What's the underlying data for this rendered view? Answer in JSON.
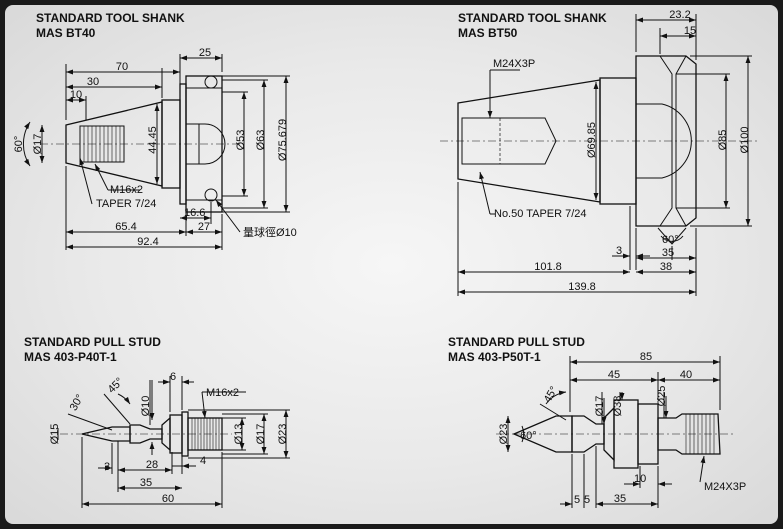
{
  "bt40": {
    "title": "STANDARD TOOL SHANK",
    "subtitle": "MAS BT40",
    "dims": {
      "d70": "70",
      "d25": "25",
      "d30": "30",
      "d10": "10",
      "angle60": "60°",
      "dia17": "Ø17",
      "d4445": "44.45",
      "dia53": "Ø53",
      "dia63": "Ø63",
      "dia75679": "Ø75.679",
      "thread": "M16x2",
      "taper": "TAPER 7/24",
      "d166": "16.6",
      "d27": "27",
      "d654": "65.4",
      "d924": "92.4",
      "ball": "量球徑Ø10"
    }
  },
  "bt50": {
    "title": "STANDARD TOOL SHANK",
    "subtitle": "MAS BT50",
    "dims": {
      "d232": "23.2",
      "d15": "15",
      "thread": "M24X3P",
      "dia6985": "Ø69.85",
      "dia85": "Ø85",
      "dia100": "Ø100",
      "taper": "No.50 TAPER 7/24",
      "angle60": "60°",
      "d3": "3",
      "d35": "35",
      "d1018": "101.8",
      "d38": "38",
      "d1398": "139.8"
    }
  },
  "p40": {
    "title": "STANDARD PULL STUD",
    "subtitle": "MAS 403-P40T-1",
    "dims": {
      "d6": "6",
      "thread": "M16x2",
      "angle45": "45°",
      "angle30": "30°",
      "dia10": "Ø10",
      "dia15": "Ø15",
      "dia13": "Ø13",
      "dia17": "Ø17",
      "dia23": "Ø23",
      "d3": "3",
      "d28": "28",
      "d4": "4",
      "d35": "35",
      "d60": "60"
    }
  },
  "p50": {
    "title": "STANDARD PULL STUD",
    "subtitle": "MAS 403-P50T-1",
    "dims": {
      "d85": "85",
      "d45": "45",
      "d40": "40",
      "angle45": "45°",
      "dia17": "Ø17",
      "dia38": "Ø38",
      "dia25": "Ø25",
      "dia23": "Ø23",
      "angle60": "60°",
      "d10": "10",
      "thread": "M24X3P",
      "d5a": "5",
      "d5b": "5",
      "d35": "35"
    }
  }
}
